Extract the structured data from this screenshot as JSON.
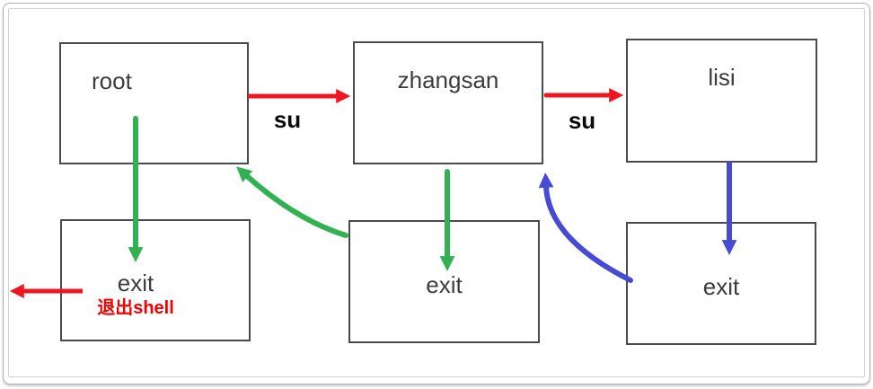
{
  "diagram": {
    "description": "su / exit user switching flow between shells",
    "colors": {
      "red": "#ee1620",
      "green": "#31b151",
      "blue": "#474ad2",
      "box_border": "#4a4a4a",
      "node_text": "#3c3c3c",
      "exit_shell_text": "#f20000",
      "frame_outer": "#b0b0b0",
      "frame_inner": "#d4d4d4"
    },
    "nodes": {
      "root": {
        "label": "root"
      },
      "zhangsan": {
        "label": "zhangsan"
      },
      "lisi": {
        "label": "lisi"
      },
      "exit_root": {
        "label": "exit",
        "sublabel": "退出shell"
      },
      "exit_zhangsan": {
        "label": "exit"
      },
      "exit_lisi": {
        "label": "exit"
      }
    },
    "edges": [
      {
        "from": "root",
        "to": "zhangsan",
        "label": "su",
        "color": "red"
      },
      {
        "from": "zhangsan",
        "to": "lisi",
        "label": "su",
        "color": "red"
      },
      {
        "from": "root",
        "to": "exit_root",
        "label": "",
        "color": "green"
      },
      {
        "from": "zhangsan",
        "to": "exit_zhangsan",
        "label": "",
        "color": "green"
      },
      {
        "from": "exit_zhangsan",
        "to": "root",
        "label": "",
        "color": "green"
      },
      {
        "from": "lisi",
        "to": "exit_lisi",
        "label": "",
        "color": "blue"
      },
      {
        "from": "exit_lisi",
        "to": "zhangsan",
        "label": "",
        "color": "blue"
      },
      {
        "from": "exit_root",
        "to": "outside_shell",
        "label": "",
        "color": "red"
      }
    ]
  }
}
